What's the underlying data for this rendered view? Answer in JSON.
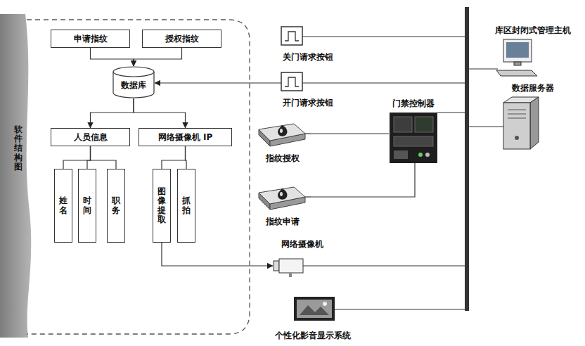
{
  "diagram": {
    "nodes": [
      {
        "text": [
          "软件结构图"
        ]
      },
      {
        "text": [
          "申请指纹"
        ],
        "in": 0
      },
      {
        "text": [
          "授权指纹"
        ],
        "in": 0
      },
      {
        "text": [
          "数据库"
        ],
        "in": 0
      },
      {
        "text": [
          "人员信息"
        ],
        "in": 0
      },
      {
        "text": [
          "网络摄像机 IP"
        ],
        "in": 0
      },
      {
        "text": [
          "姓名"
        ],
        "in": 0
      },
      {
        "text": [
          "时间"
        ],
        "in": 0
      },
      {
        "text": [
          "职务"
        ],
        "in": 0
      },
      {
        "text": [
          "图像提取"
        ],
        "in": 0
      },
      {
        "text": [
          "抓拍"
        ],
        "in": 0
      },
      {
        "text": [
          "关门请求按钮"
        ]
      },
      {
        "text": [
          "开门请求按钮"
        ]
      },
      {
        "text": [
          "指纹授权"
        ]
      },
      {
        "text": [
          "指纹申请"
        ]
      },
      {
        "text": [
          "门禁控制器"
        ]
      },
      {
        "text": [
          "网络摄像机"
        ]
      },
      {
        "text": [
          "个性化影音显示系统"
        ]
      },
      {
        "text": [
          "库区封闭式管理主机"
        ]
      },
      {
        "text": [
          "数据服务器"
        ]
      }
    ],
    "edges": [
      {
        "from": 1,
        "to": 3,
        "arrow": "to"
      },
      {
        "from": 2,
        "to": 3,
        "arrow": "to"
      },
      {
        "from": 3,
        "to": 4,
        "arrow": "to"
      },
      {
        "from": 3,
        "to": 5,
        "arrow": "to"
      },
      {
        "from": 4,
        "to": 6,
        "arrow": "none"
      },
      {
        "from": 4,
        "to": 7,
        "arrow": "none"
      },
      {
        "from": 4,
        "to": 8,
        "arrow": "none"
      },
      {
        "from": 5,
        "to": 9,
        "arrow": "none"
      },
      {
        "from": 5,
        "to": 10,
        "arrow": "none"
      },
      {
        "from": 9,
        "to": 16,
        "arrow": "to"
      },
      {
        "from": 12,
        "to": 3,
        "arrow": "to"
      },
      {
        "from": 13,
        "to": 15,
        "arrow": "none"
      },
      {
        "from": 14,
        "to": 15,
        "arrow": "none"
      }
    ]
  }
}
